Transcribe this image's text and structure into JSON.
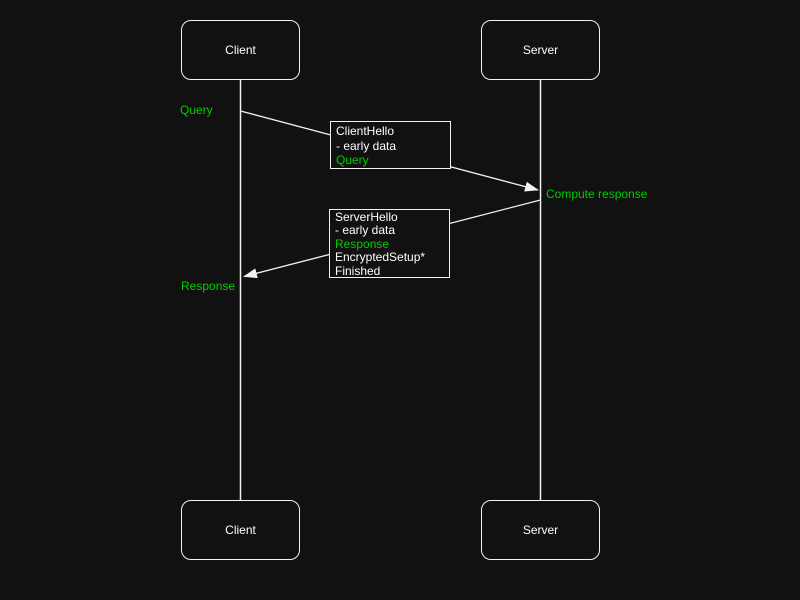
{
  "diagram": {
    "actors": {
      "client_top": "Client",
      "server_top": "Server",
      "client_bottom": "Client",
      "server_bottom": "Server"
    },
    "labels": {
      "query": "Query",
      "compute_response": "Compute response",
      "response": "Response"
    },
    "messages": {
      "client_hello": {
        "lines": [
          {
            "text": "ClientHello",
            "color": "white"
          },
          {
            "text": "- early data",
            "color": "white"
          },
          {
            "text": "Query",
            "color": "green"
          }
        ]
      },
      "server_hello": {
        "lines": [
          {
            "text": "ServerHello",
            "color": "white"
          },
          {
            "text": "- early data",
            "color": "white"
          },
          {
            "text": "Response",
            "color": "green"
          },
          {
            "text": "EncryptedSetup*",
            "color": "white"
          },
          {
            "text": "Finished",
            "color": "white"
          }
        ]
      }
    },
    "colors": {
      "background": "#111111",
      "line": "#f2f2f2",
      "text": "#ffffff",
      "accent_green": "#00cc00"
    }
  }
}
